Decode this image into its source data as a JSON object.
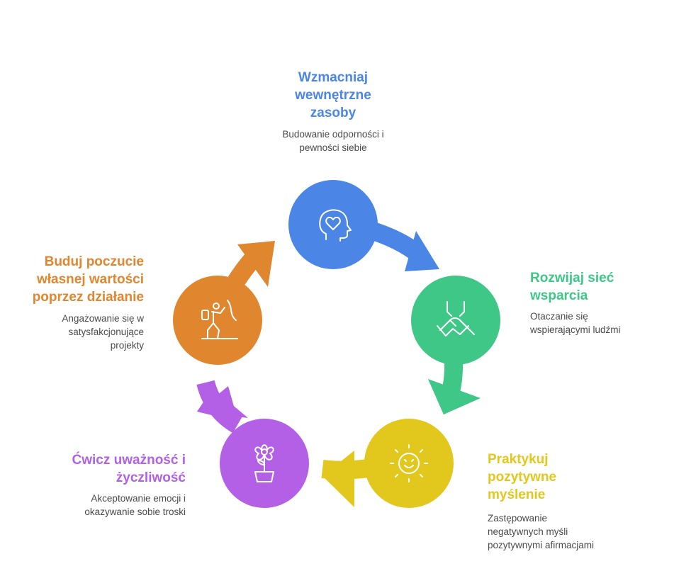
{
  "colors": {
    "blue": "#4b86e6",
    "green": "#3ec787",
    "yellow": "#e2c71d",
    "purple": "#b35fe6",
    "orange": "#e0862e"
  },
  "steps": [
    {
      "key": "resources",
      "title_lines": [
        "Wzmacniaj",
        "wewnętrzne",
        "zasoby"
      ],
      "desc_lines": [
        "Budowanie odporności i",
        "pewności siebie"
      ],
      "icon": "head-heart-icon",
      "color": "#4b86e6"
    },
    {
      "key": "network",
      "title_lines": [
        "Rozwijaj sieć",
        "wsparcia"
      ],
      "desc_lines": [
        "Otaczanie się",
        "wspierającymi ludźmi"
      ],
      "icon": "helping-hands-icon",
      "color": "#3ec787"
    },
    {
      "key": "positive",
      "title_lines": [
        "Praktykuj",
        "pozytywne",
        "myślenie"
      ],
      "desc_lines": [
        "Zastępowanie",
        "negatywnych myśli",
        "pozytywnymi afirmacjami"
      ],
      "icon": "smiling-sun-icon",
      "color": "#e2c71d"
    },
    {
      "key": "mindfulness",
      "title_lines": [
        "Ćwicz uważność i",
        "życzliwość"
      ],
      "desc_lines": [
        "Akceptowanie emocji i",
        "okazywanie sobie troski"
      ],
      "icon": "potted-flower-icon",
      "color": "#b35fe6"
    },
    {
      "key": "selfworth",
      "title_lines": [
        "Buduj poczucie",
        "własnej wartości",
        "poprzez działanie"
      ],
      "desc_lines": [
        "Angażowanie się w",
        "satysfakcjonujące",
        "projekty"
      ],
      "icon": "climber-icon",
      "color": "#e0862e"
    }
  ]
}
